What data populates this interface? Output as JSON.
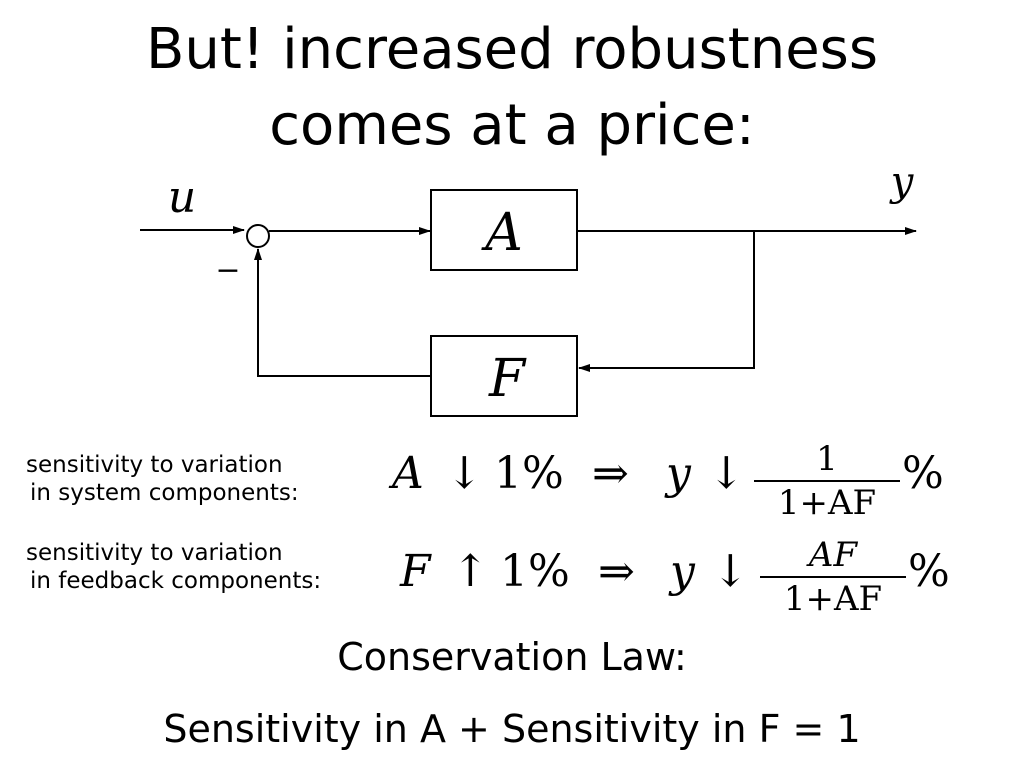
{
  "title": {
    "line1": "But! increased robustness",
    "line2": "comes at a price:"
  },
  "diagram": {
    "input_label": "u",
    "output_label": "y",
    "minus_sign": "−",
    "forward_block": "A",
    "feedback_block": "F"
  },
  "sensitivity": {
    "system": {
      "label_line1": "sensitivity to variation",
      "label_line2": "in system components:",
      "lhs_var": "A",
      "lhs_arrow": "↓",
      "lhs_pct": "1%",
      "implies": "⇒",
      "rhs_var": "y",
      "rhs_arrow": "↓",
      "frac_num": "1",
      "frac_den": "1+AF",
      "pct": "%"
    },
    "feedback": {
      "label_line1": "sensitivity to variation",
      "label_line2": "in feedback components:",
      "lhs_var": "F",
      "lhs_arrow": "↑",
      "lhs_pct": "1%",
      "implies": "⇒",
      "rhs_var": "y",
      "rhs_arrow": "↓",
      "frac_num": "AF",
      "frac_den": "1+AF",
      "pct": "%"
    }
  },
  "conservation": {
    "heading": "Conservation Law:",
    "statement": "Sensitivity in A + Sensitivity in F = 1"
  }
}
